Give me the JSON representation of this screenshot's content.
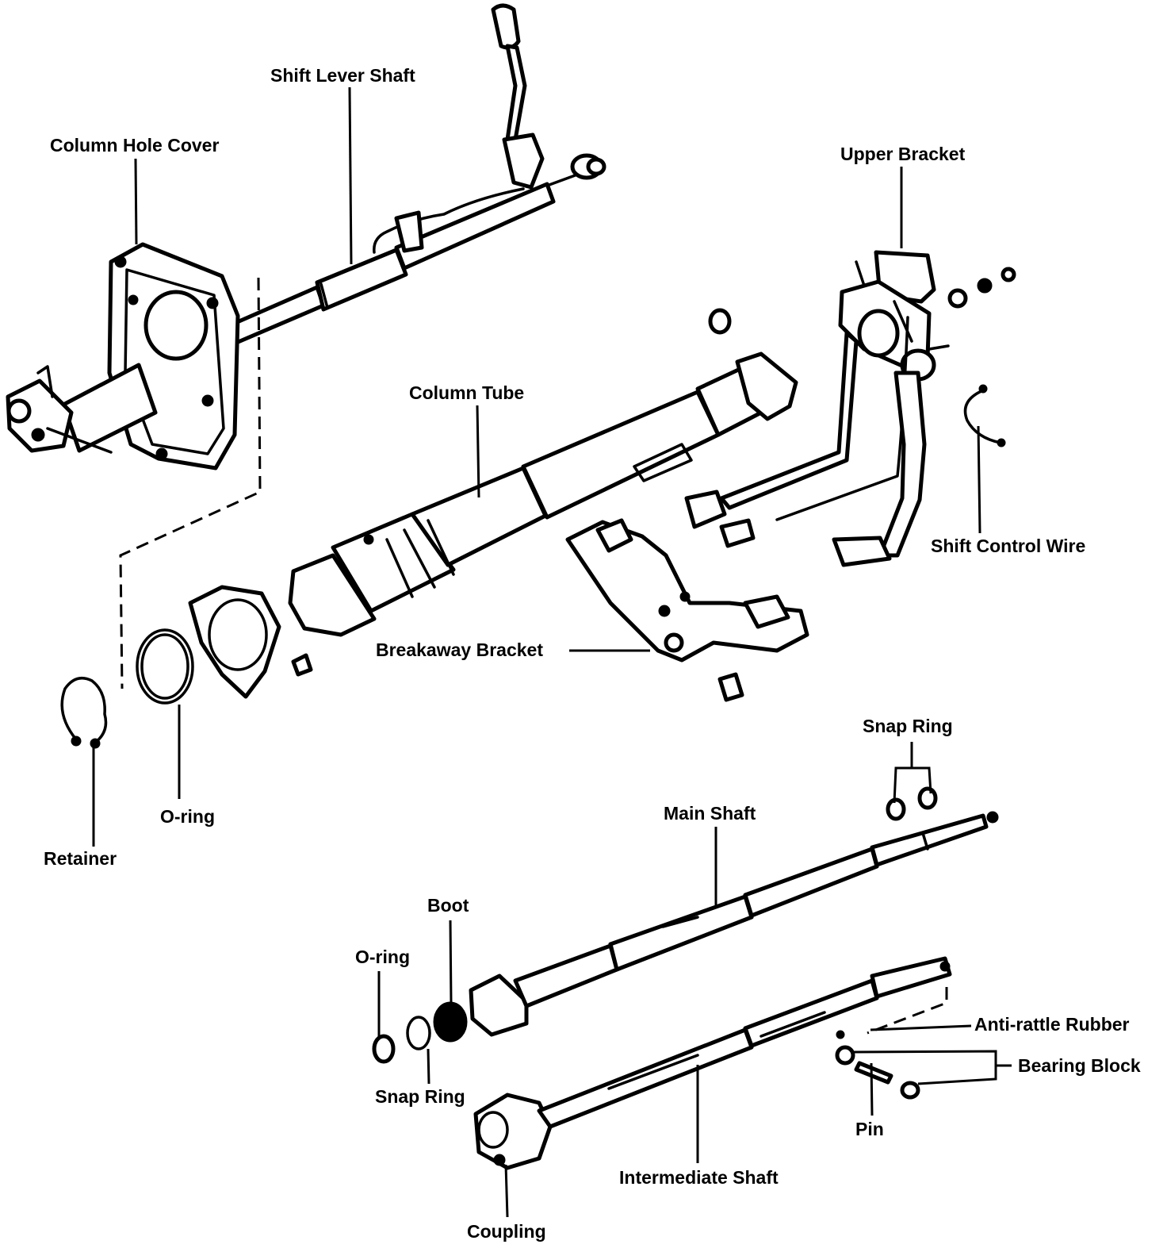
{
  "labels": {
    "shift_lever_shaft": "Shift Lever Shaft",
    "column_hole_cover": "Column Hole Cover",
    "upper_bracket": "Upper Bracket",
    "column_tube": "Column Tube",
    "shift_control_wire": "Shift Control Wire",
    "breakaway_bracket": "Breakaway Bracket",
    "snap_ring_top": "Snap Ring",
    "main_shaft": "Main Shaft",
    "retainer": "Retainer",
    "o_ring_left": "O-ring",
    "boot": "Boot",
    "o_ring_bottom": "O-ring",
    "anti_rattle_rubber": "Anti-rattle Rubber",
    "bearing_block": "Bearing Block",
    "snap_ring_bottom": "Snap Ring",
    "pin": "Pin",
    "intermediate_shaft": "Intermediate Shaft",
    "coupling": "Coupling"
  }
}
